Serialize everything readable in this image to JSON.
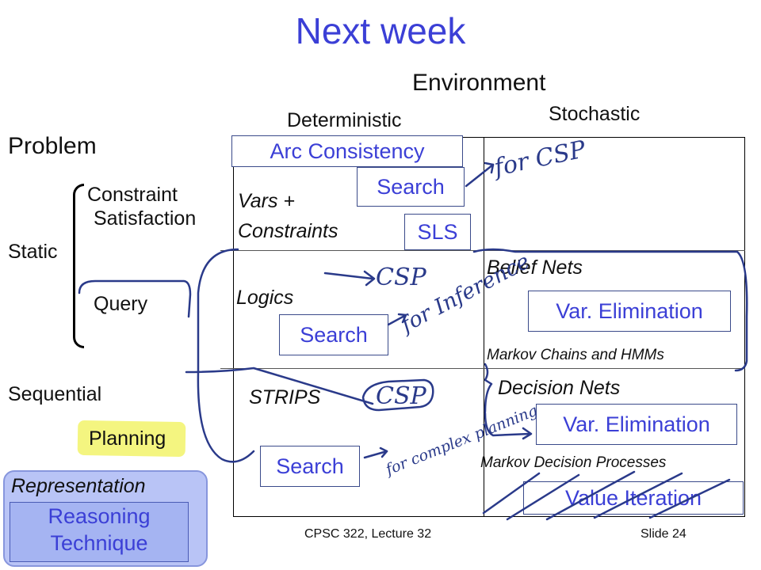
{
  "title": "Next week",
  "environment": {
    "heading": "Environment",
    "deterministic": "Deterministic",
    "stochastic": "Stochastic"
  },
  "problem": {
    "heading": "Problem",
    "static": "Static",
    "constraint_line1": "Constraint",
    "constraint_line2": "Satisfaction",
    "query": "Query",
    "sequential": "Sequential",
    "planning": "Planning"
  },
  "cells": {
    "arc_consistency": "Arc Consistency",
    "vars_constraints_line1": "Vars +",
    "vars_constraints_line2": "Constraints",
    "search_csp": "Search",
    "sls": "SLS",
    "logics": "Logics",
    "search_logics": "Search",
    "strips": "STRIPS",
    "search_strips": "Search",
    "belief_nets": "Belief Nets",
    "var_elim_1": "Var. Elimination",
    "markov_chains": "Markov Chains and HMMs",
    "decision_nets": "Decision Nets",
    "var_elim_2": "Var. Elimination",
    "mdp": "Markov Decision Processes",
    "value_iteration": "Value Iteration"
  },
  "legend": {
    "representation": "Representation",
    "reasoning_technique": "Reasoning Technique"
  },
  "annotations": {
    "for_csp": "for CSP",
    "csp1": "CSP",
    "for_inference": "for Inference",
    "csp2": "CSP",
    "for_complex_planning": "for complex planning"
  },
  "footer": {
    "course": "CPSC 322, Lecture 32",
    "slide": "Slide 24"
  },
  "colors": {
    "accent": "#3b3fd6",
    "legend_fill": "#b9c4f6",
    "highlight": "#f2f36a",
    "ink_blue": "#2a3a8a"
  }
}
